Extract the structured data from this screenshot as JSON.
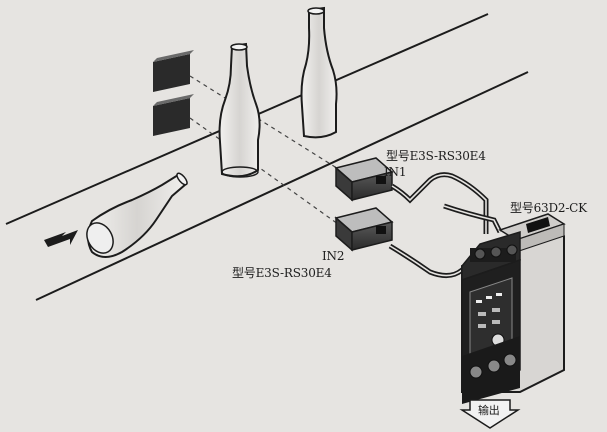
{
  "labels": {
    "sensor_top_model": "型号E3S-RS30E4",
    "sensor_top_port": "IN1",
    "sensor_bottom_port": "IN2",
    "sensor_bottom_model": "型号E3S-RS30E4",
    "controller_model": "型号63D2-CK",
    "output": "输出"
  },
  "colors": {
    "background": "#e6e4e1",
    "line": "#1c1c1c",
    "reflector": "#2a2a2a"
  }
}
